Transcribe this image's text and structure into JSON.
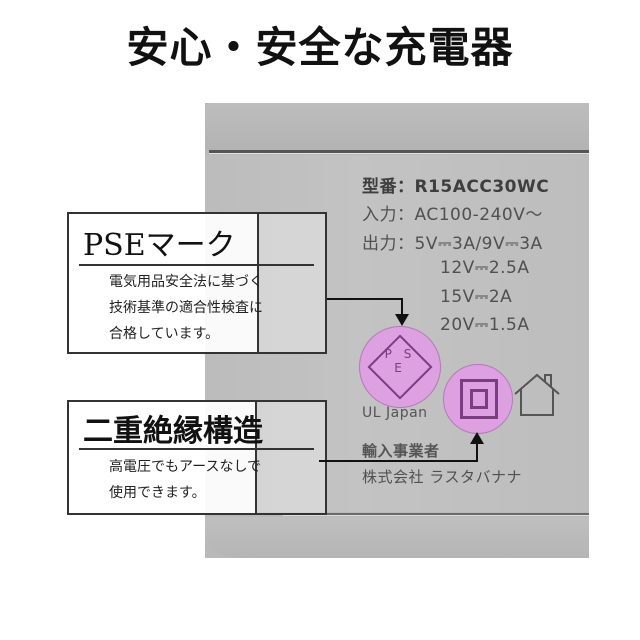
{
  "headline": "安心・安全な充電器",
  "device": {
    "label": {
      "model": "型番：R15ACC30WC",
      "input": "入力：AC100-240V～",
      "output_line1": "出力：5V⎓3A/9V⎓3A",
      "output_line2": "12V⎓2.5A",
      "output_line3": "15V⎓2A",
      "output_line4": "20V⎓1.5A",
      "certifier": "UL Japan",
      "importer_label": "輸入事業者",
      "importer_name": "株式会社 ラスタバナナ"
    },
    "marks": {
      "pse_letters_top": "P S",
      "pse_letters_bottom": "E",
      "highlight_color": "#dda0e0",
      "mark_color": "#7c3c82"
    }
  },
  "callouts": {
    "pse": {
      "title": "PSEマーク",
      "lines": [
        "電気用品安全法に基づく",
        "技術基準の適合性検査に",
        "合格しています。"
      ]
    },
    "double_insulation": {
      "title": "二重絶縁構造",
      "lines": [
        "高電圧でもアースなしで",
        "使用できます。"
      ]
    }
  }
}
